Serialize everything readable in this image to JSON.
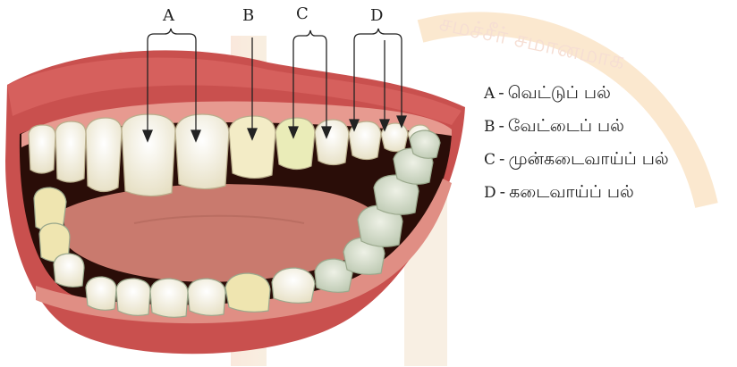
{
  "callouts": [
    {
      "letter": "A",
      "name": "வெட்டுப் பல்"
    },
    {
      "letter": "B",
      "name": "வேட்டைப் பல்"
    },
    {
      "letter": "C",
      "name": "முன்கடைவாய்ப் பல்"
    },
    {
      "letter": "D",
      "name": "கடைவாய்ப் பல்"
    }
  ],
  "watermark_text": "சமச்சீர் சமானமாக",
  "colors": {
    "lip": "#c9504e",
    "lip_dark": "#9e2f30",
    "gum": "#e79a90",
    "tongue": "#c97a6e",
    "mouth_dark": "#2a0d08",
    "tooth": "#f4f0dd",
    "molar": "#cfd8c6"
  }
}
